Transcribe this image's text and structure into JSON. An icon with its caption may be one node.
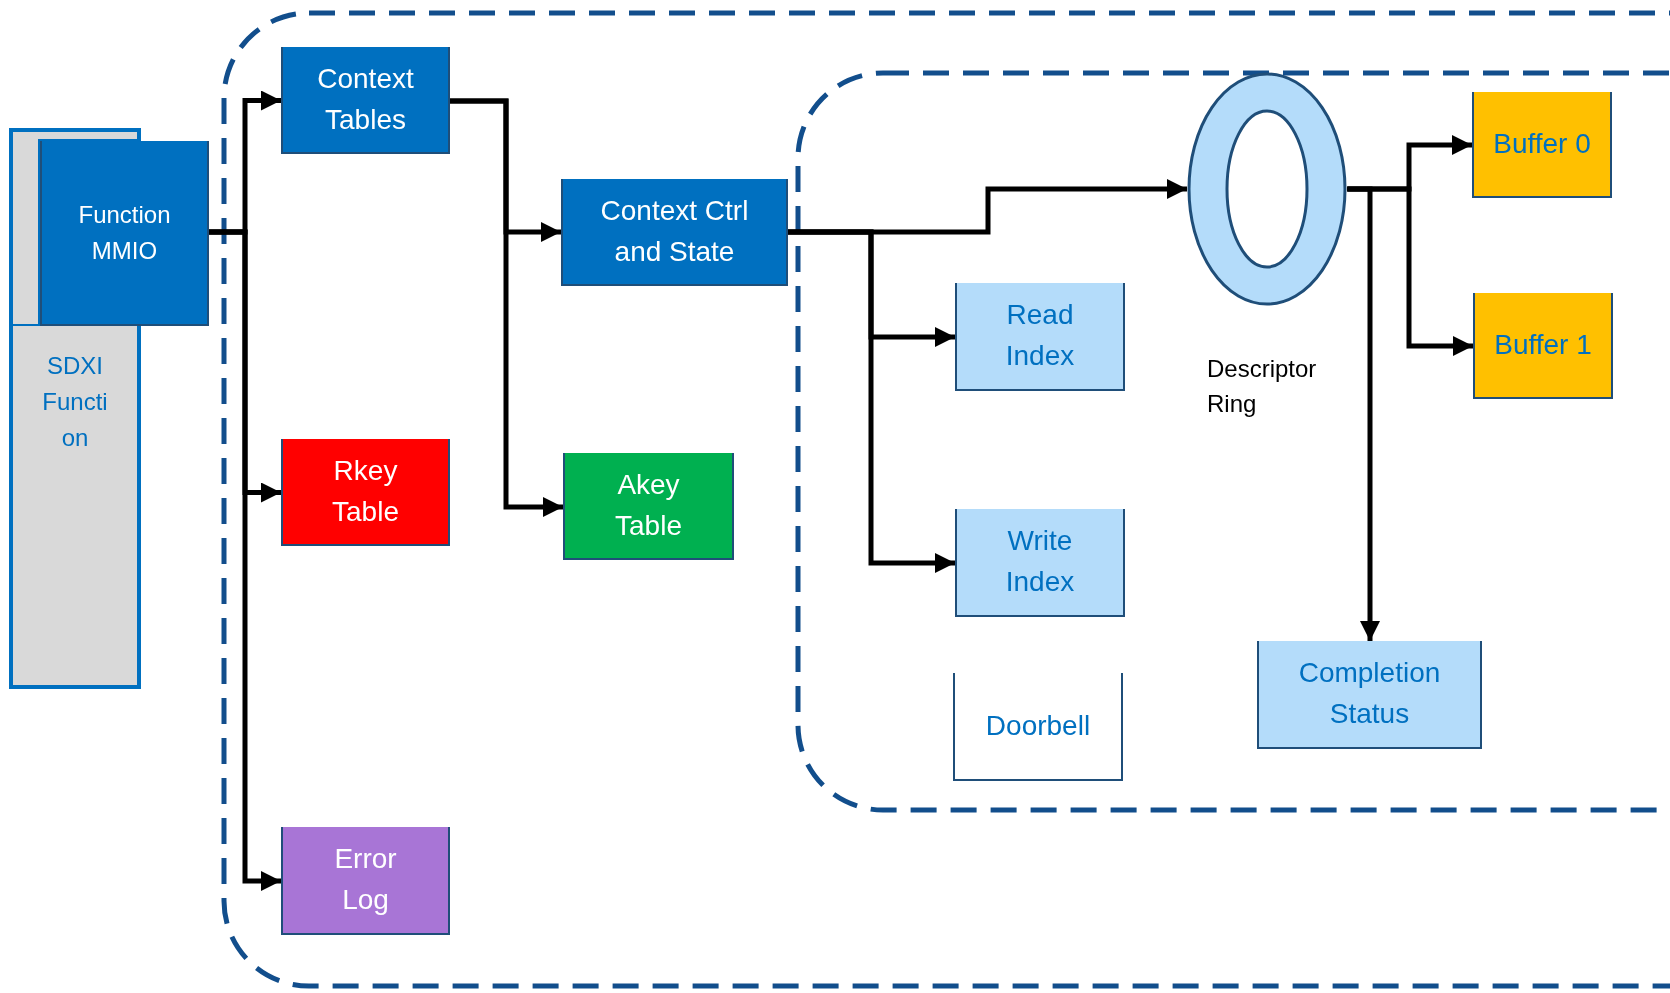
{
  "diagram": {
    "nodes": [
      {
        "text": [
          "SDXI Function"
        ]
      },
      {
        "text": [
          "Function MMIO"
        ]
      },
      {
        "text": [
          "Context Tables"
        ]
      },
      {
        "text": [
          "Rkey Table"
        ]
      },
      {
        "text": [
          "Error Log"
        ]
      },
      {
        "text": [
          "Context Ctrl and State"
        ]
      },
      {
        "text": [
          "Akey Table"
        ]
      },
      {
        "text": [
          "Read Index"
        ]
      },
      {
        "text": [
          "Write Index"
        ]
      },
      {
        "text": [
          "Doorbell"
        ]
      },
      {
        "text": [],
        "shape": "circle"
      },
      {
        "text": [
          "Buffer 0"
        ]
      },
      {
        "text": [
          "Buffer 1"
        ]
      },
      {
        "text": [
          "Completion Status"
        ]
      }
    ],
    "edges": [
      {
        "from": 1,
        "to": 2,
        "arrow": "to"
      },
      {
        "from": 1,
        "to": 3,
        "arrow": "to"
      },
      {
        "from": 1,
        "to": 4,
        "arrow": "to"
      },
      {
        "from": 2,
        "to": 5,
        "arrow": "to"
      },
      {
        "from": 2,
        "to": 6,
        "arrow": "to"
      },
      {
        "from": 5,
        "to": 10,
        "arrow": "to"
      },
      {
        "from": 5,
        "to": 7,
        "arrow": "to"
      },
      {
        "from": 5,
        "to": 8,
        "arrow": "to"
      },
      {
        "from": 10,
        "to": 11,
        "arrow": "to"
      },
      {
        "from": 10,
        "to": 12,
        "arrow": "to"
      },
      {
        "from": 10,
        "to": 13,
        "arrow": "to"
      }
    ],
    "labels": [
      "Descriptor Ring"
    ]
  }
}
